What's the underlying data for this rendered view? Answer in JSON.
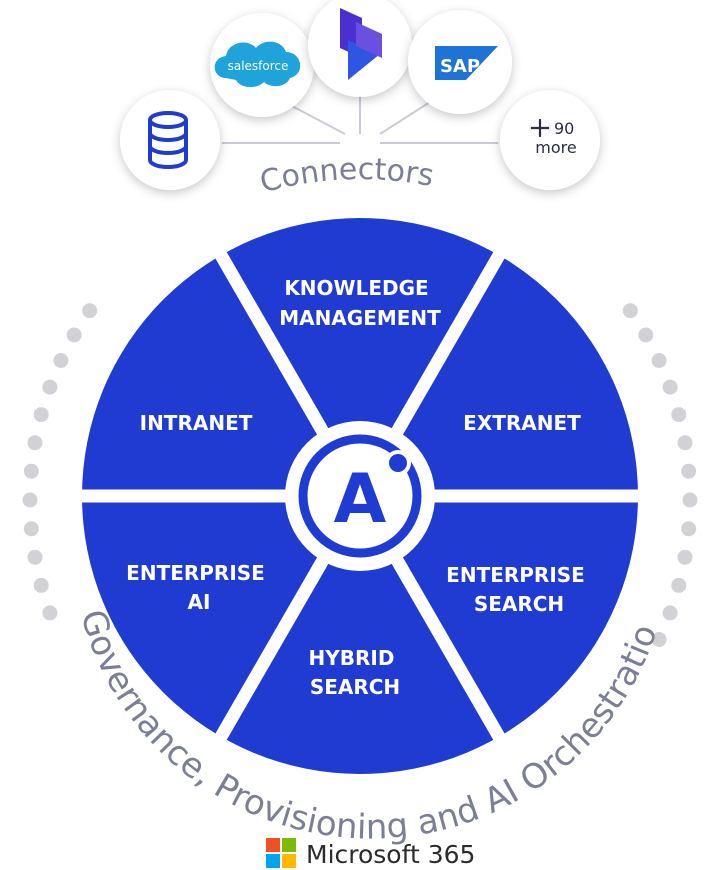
{
  "colors": {
    "wheel": "#1f3bd1",
    "center_ring": "#1f3bd1",
    "dots": "#d2d2d6",
    "arc_text": "#7b7f95",
    "salesforce": "#1fa3db",
    "sap": "#1d74d6",
    "dynamics": "#3c28c9",
    "ms_red": "#f25022",
    "ms_green": "#7fba00",
    "ms_blue": "#00a4ef",
    "ms_yellow": "#ffb900"
  },
  "connectors": {
    "title": "Connectors",
    "items": [
      {
        "name": "database",
        "icon": "database-icon"
      },
      {
        "name": "salesforce",
        "icon": "salesforce-logo",
        "label": "salesforce"
      },
      {
        "name": "dynamics",
        "icon": "dynamics-logo"
      },
      {
        "name": "sap",
        "icon": "sap-logo",
        "label": "SAP"
      },
      {
        "name": "more",
        "icon": "plus-icon",
        "count": "90",
        "label": "more"
      }
    ]
  },
  "wheel": {
    "segments": {
      "knowledge": [
        "KNOWLEDGE",
        "MANAGEMENT"
      ],
      "extranet": [
        "EXTRANET"
      ],
      "enterprise_search": [
        "ENTERPRISE",
        "SEARCH"
      ],
      "hybrid_search": [
        "HYBRID",
        "SEARCH"
      ],
      "enterprise_ai": [
        "ENTERPRISE",
        "AI"
      ],
      "intranet": [
        "INTRANET"
      ]
    },
    "center_letter": "A"
  },
  "governance": "Governance, Provisioning and AI Orchestration",
  "footer": {
    "brand": "Microsoft 365"
  }
}
